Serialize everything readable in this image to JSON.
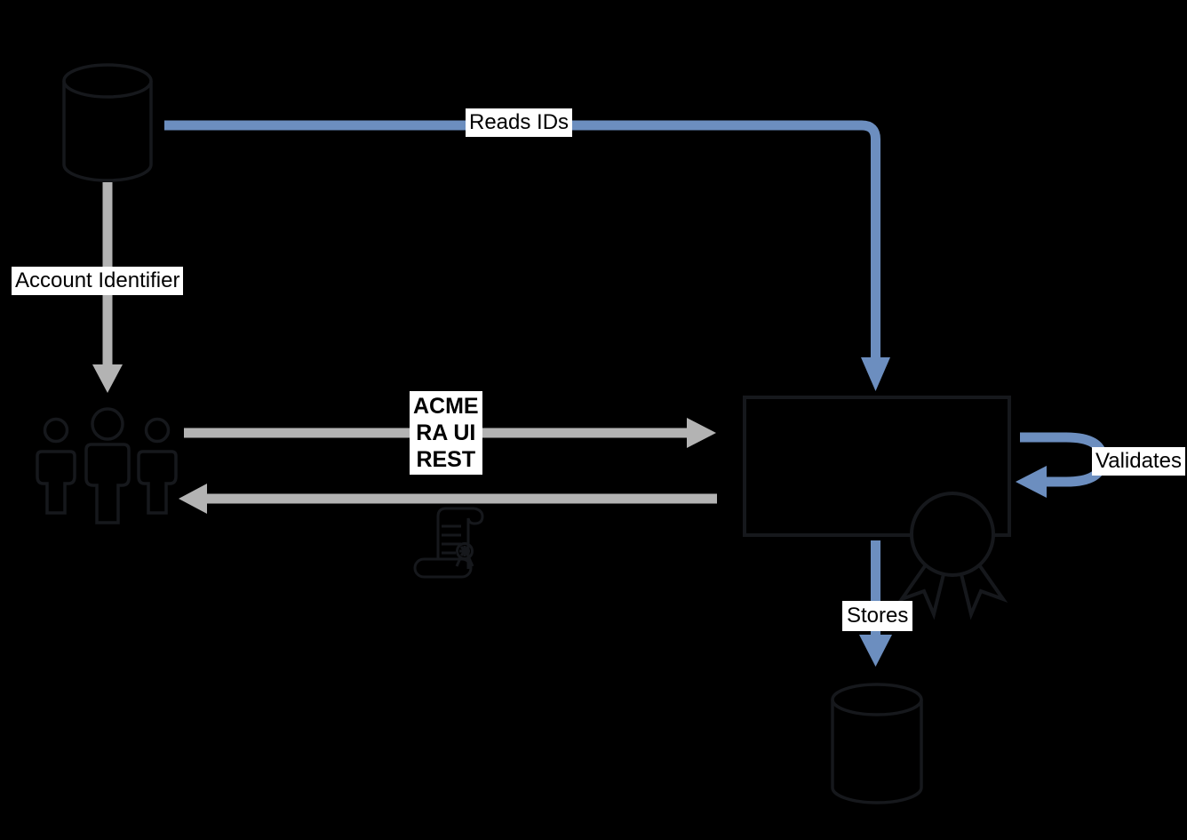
{
  "diagram": {
    "type": "flow-diagram",
    "background": "#000000",
    "colors": {
      "primary_arrow": "#6c8ebf",
      "secondary_arrow": "#b3b3b3",
      "shape_outline": "#16181c",
      "label_background": "#ffffff",
      "label_text": "#000000"
    },
    "labels": {
      "reads_ids": "Reads IDs",
      "account_identifier": "Account Identifier",
      "acme_channels": "ACME\nRA UI\nREST",
      "validates": "Validates",
      "stores": "Stores"
    },
    "shapes": [
      {
        "name": "source-database",
        "kind": "cylinder"
      },
      {
        "name": "user-group",
        "kind": "three-people"
      },
      {
        "name": "service-box",
        "kind": "rectangle"
      },
      {
        "name": "award-ribbon",
        "kind": "ribbon-seal"
      },
      {
        "name": "certificate-scroll",
        "kind": "scroll"
      },
      {
        "name": "store-database",
        "kind": "cylinder"
      }
    ]
  }
}
